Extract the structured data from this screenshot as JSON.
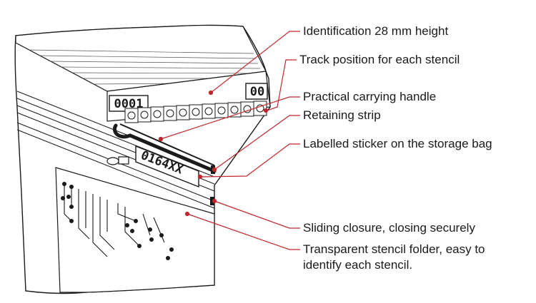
{
  "diagram": {
    "stencil_number_front": "0001",
    "stencil_number_back": "00",
    "bag_label": "0164XX",
    "accent_color": "#c2272d",
    "callouts": [
      {
        "id": "identification",
        "text": "Identification 28 mm height"
      },
      {
        "id": "track-position",
        "text": "Track position for each stencil"
      },
      {
        "id": "carrying-handle",
        "text": "Practical carrying handle"
      },
      {
        "id": "retaining-strip",
        "text": "Retaining strip"
      },
      {
        "id": "labelled-sticker",
        "text": "Labelled sticker on the storage bag"
      },
      {
        "id": "sliding-closure",
        "text": "Sliding closure, closing securely"
      },
      {
        "id": "transparent-folder",
        "text": "Transparent stencil folder, easy to"
      },
      {
        "id": "transparent-folder-line2",
        "text": "identify each stencil."
      }
    ]
  }
}
